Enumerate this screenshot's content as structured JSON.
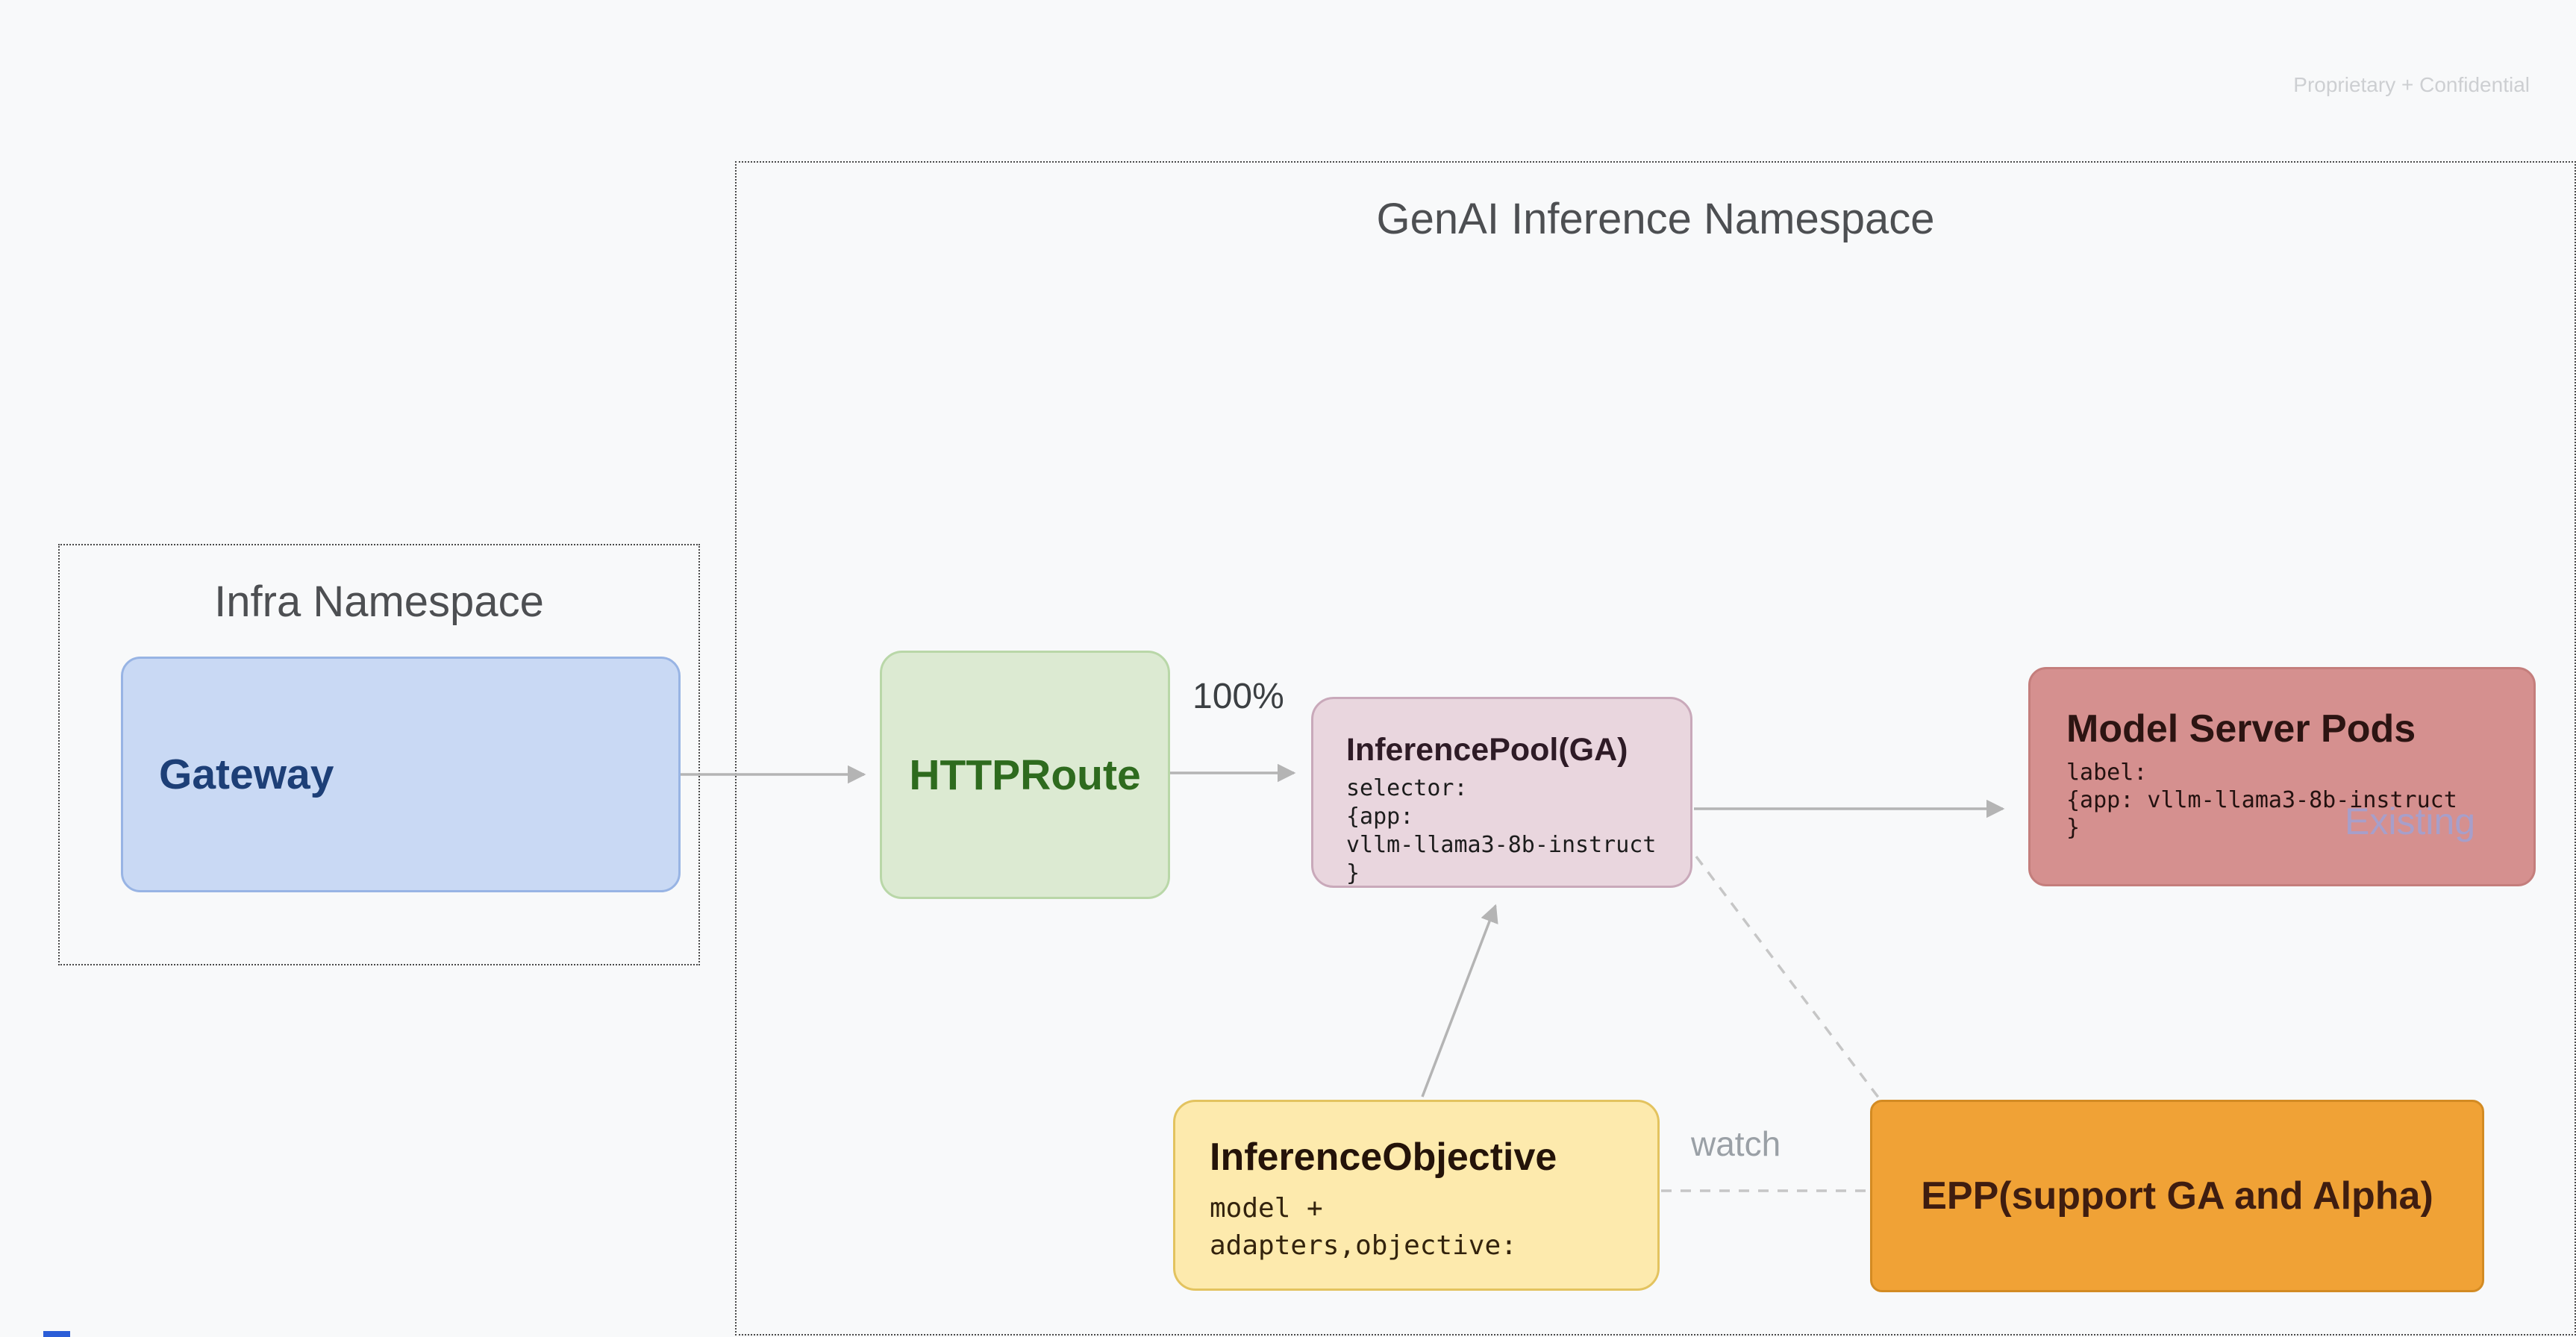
{
  "meta": {
    "confidential": "Proprietary + Confidential"
  },
  "genai_namespace": {
    "title": "GenAI Inference Namespace"
  },
  "infra_namespace": {
    "title": "Infra Namespace"
  },
  "nodes": {
    "gateway": {
      "label": "Gateway"
    },
    "httproute": {
      "label": "HTTPRoute"
    },
    "inference_pool": {
      "title": "InferencePool(GA)",
      "code": "selector:\n{app:\nvllm-llama3-8b-instruct\n}"
    },
    "model_server_pods": {
      "title": "Model Server Pods",
      "code": "label:\n{app: vllm-llama3-8b-instruct\n}",
      "watermark": "Existing"
    },
    "inference_objective": {
      "title": "InferenceObjective",
      "code": "model +\nadapters,objective:"
    },
    "epp": {
      "label": "EPP(support GA and Alpha)"
    }
  },
  "edges": {
    "httproute_to_pool_label": "100%",
    "watch_label": "watch"
  },
  "colors": {
    "background": "#f8f9fa",
    "gateway_fill": "#c9d9f4",
    "gateway_text": "#1d3f77",
    "httproute_fill": "#dcead2",
    "httproute_text": "#2e6b1e",
    "inference_pool_fill": "#e9d6de",
    "model_server_pods_fill": "#d5908f",
    "inference_objective_fill": "#fdeaad",
    "epp_fill": "#f0a236",
    "connector_gray": "#b4b4b4",
    "existing_watermark": "#a79fca"
  }
}
